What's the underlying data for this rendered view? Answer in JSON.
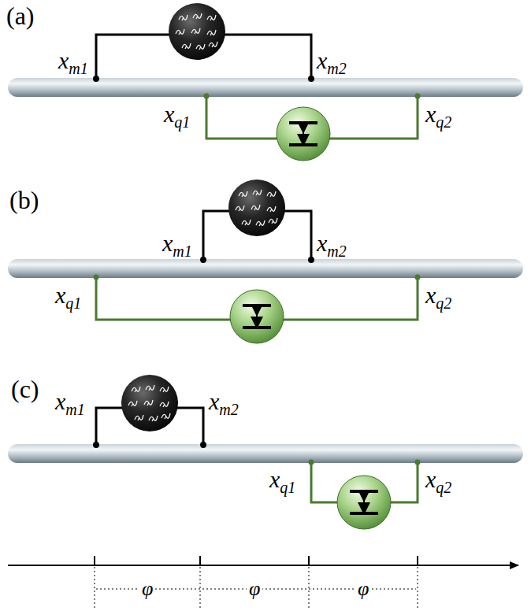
{
  "diagram": {
    "labels": [
      "(a)",
      "x",
      "m1",
      "x",
      "m2",
      "x",
      "q1",
      "x",
      "q2",
      "(b)",
      "x",
      "m1",
      "x",
      "m2",
      "x",
      "q1",
      "x",
      "q2",
      "(c)",
      "x",
      "m1",
      "x",
      "m2",
      "x",
      "q1",
      "x",
      "q2",
      "φ",
      "φ",
      "φ"
    ]
  }
}
